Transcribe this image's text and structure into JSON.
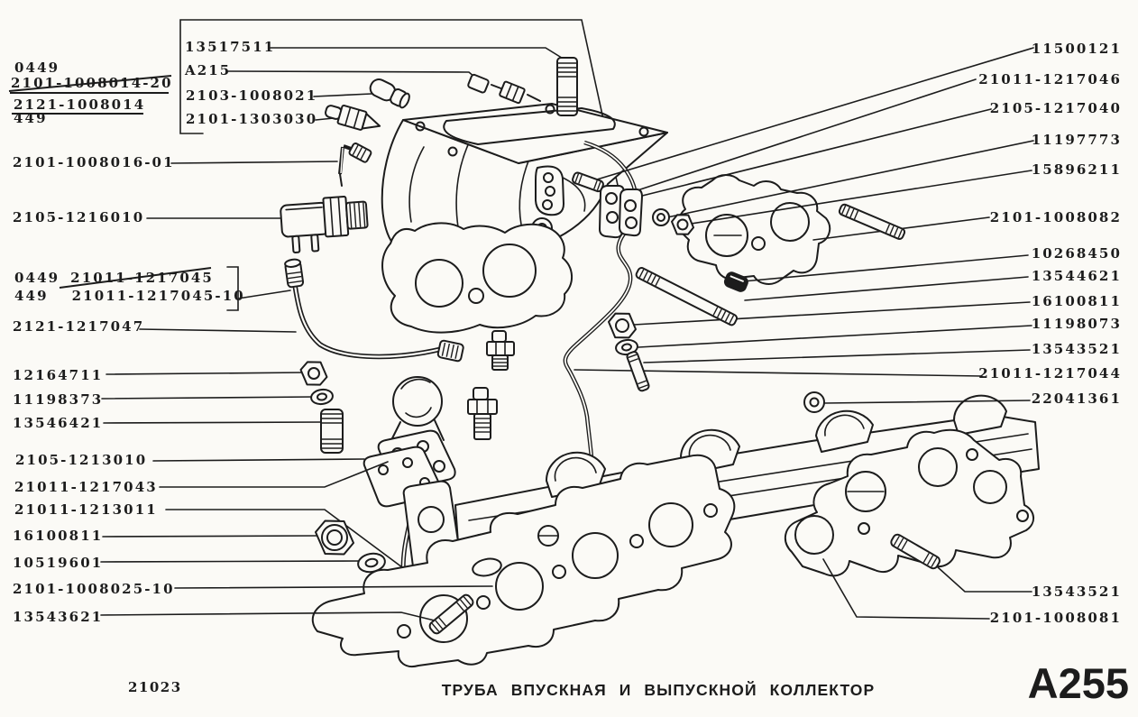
{
  "colors": {
    "ink": "#1c1c1c",
    "paper": "#fbfaf6"
  },
  "callout_box": {
    "labels": [
      "13517511",
      "A215",
      "2103-1008021",
      "2101-1303030"
    ]
  },
  "variant_top": {
    "line1": "0449",
    "line2": "2101-1008014-20",
    "line3": "2121-1008014",
    "line4": "449"
  },
  "variant_mid": {
    "row1_prefix": "0449",
    "row1_code": "21011-1217045",
    "row2_prefix": "449",
    "row2_code": "21011-1217045-10"
  },
  "left_labels": [
    "2101-1008016-01",
    "2105-1216010",
    "2121-1217047",
    "12164711",
    "11198373",
    "13546421",
    "2105-1213010",
    "21011-1217043",
    "21011-1213011",
    "16100811",
    "10519601",
    "2101-1008025-10",
    "13543621"
  ],
  "right_labels": [
    "11500121",
    "21011-1217046",
    "2105-1217040",
    "11197773",
    "15896211",
    "2101-1008082",
    "10268450",
    "13544621",
    "16100811",
    "11198073",
    "13543521",
    "21011-1217044",
    "22041361",
    "13543521",
    "2101-1008081"
  ],
  "footer": {
    "catalog_code": "21023",
    "title": "ТРУБА ВПУСКНАЯ И ВЫПУСКНОЙ КОЛЛЕКТОР",
    "page_code": "A255"
  }
}
